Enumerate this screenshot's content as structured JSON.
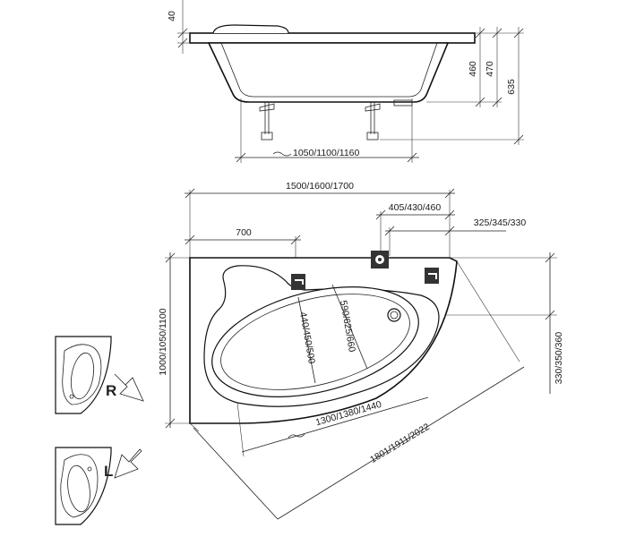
{
  "dimensions": {
    "rim_height": "40",
    "depth_460": "460",
    "depth_470": "470",
    "total_height": "635",
    "side_length": "1050/1100/1160",
    "overall_length": "1500/1600/1700",
    "faucet_offset": "405/430/460",
    "corner_cut": "325/345/330",
    "left_segment": "700",
    "overall_width": "1000/1050/1100",
    "corner_height": "330/350/360",
    "inner_width_a": "440/450/500",
    "inner_width_b": "590/625/660",
    "inner_length": "1300/1380/1440",
    "diagonal_length": "1801/1911/2022"
  },
  "variants": {
    "right_label": "R",
    "left_label": "L"
  }
}
